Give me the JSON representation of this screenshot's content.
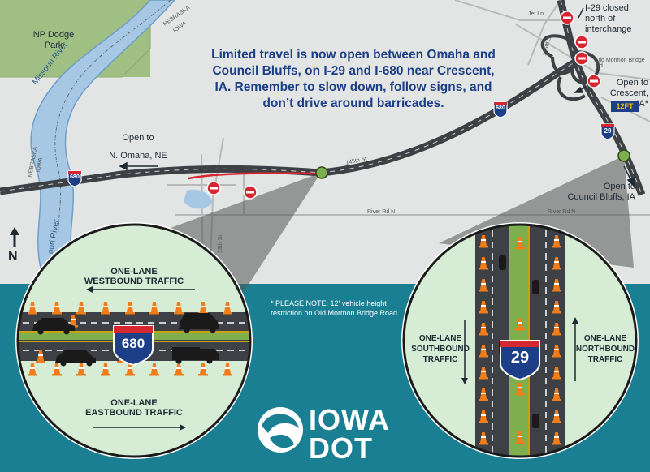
{
  "headline": "Limited travel is now open between Omaha and Council Bluffs, on I-29 and I-680 near Crescent, IA. Remember to slow down, follow signs, and don’t drive around barricades.",
  "places": {
    "park": "NP Dodge Park",
    "river": "Missouri River",
    "state_line_top": "NEBRASKA",
    "state_line_bottom": "IOWA",
    "state_line2_top": "NEBRASKA",
    "state_line2_bottom": "IOWA",
    "river2": "ouri River"
  },
  "streets": {
    "jet_ln": "Jet Ln",
    "s145_a": "145th St",
    "s145_b": "145th St",
    "old_mormon": "Old Mormon Bridge Rd",
    "river_rd_1": "River Rd N",
    "river_rd_2": "River Rd N",
    "s13th": "13th St"
  },
  "callouts": {
    "i29_closed": "I-29 closed north of interchange",
    "open_omaha_1": "Open to",
    "open_omaha_2": "N. Omaha, NE",
    "open_crescent": "Open to Crescent, IA*",
    "height_badge": "12FT",
    "open_cb_1": "Open to",
    "open_cb_2": "Council Bluffs, IA"
  },
  "shields": {
    "i680_small": "680",
    "i680_small2": "680",
    "i29_small": "29",
    "i680_big": "680",
    "i29_big": "29"
  },
  "compass": "N",
  "note": "* PLEASE NOTE: 12’ vehicle height restriction on Old Mormon Bridge Road.",
  "left_inset": {
    "wb_1": "ONE-LANE",
    "wb_2": "WESTBOUND TRAFFIC",
    "eb_1": "ONE-LANE",
    "eb_2": "EASTBOUND TRAFFIC"
  },
  "right_inset": {
    "sb_1": "ONE-LANE",
    "sb_2": "SOUTHBOUND",
    "sb_3": "TRAFFIC",
    "nb_1": "ONE-LANE",
    "nb_2": "NORTHBOUND",
    "nb_3": "TRAFFIC"
  },
  "logo": {
    "line1": "IOWA",
    "line2": "DOT"
  },
  "colors": {
    "map_bg": "#e3e4e4",
    "park_green": "#9fbf83",
    "river_blue": "#a7c8e4",
    "teal_band": "#1a7f92",
    "road_dark": "#3d4044",
    "headline_blue": "#1c3f88",
    "cone_orange": "#f07d1a",
    "grass_green": "#7fae4e"
  }
}
